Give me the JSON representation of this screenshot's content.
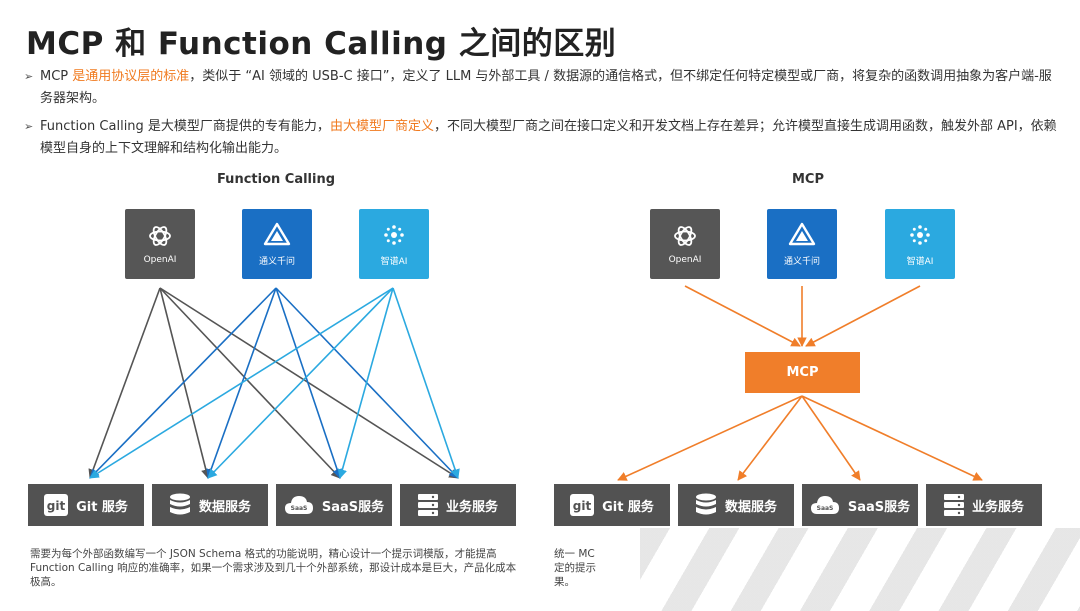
{
  "title": "MCP 和 Function Calling 之间的区别",
  "bullets": {
    "b1": {
      "prefix": "MCP ",
      "highlight": "是通用协议层的标准",
      "rest": "，类似于 “AI 领域的 USB-C 接口”，定义了 LLM 与外部工具 / 数据源的通信格式，但不绑定任何特定模型或厂商，将复杂的函数调用抽象为客户端-服务器架构。"
    },
    "b2": {
      "prefix": "Function Calling 是大模型厂商提供的专有能力，",
      "highlight": "由大模型厂商定义",
      "rest": "，不同大模型厂商之间在接口定义和开发文档上存在差异；允许模型直接生成调用函数，触发外部 API，依赖模型自身的上下文理解和结构化输出能力。"
    }
  },
  "left_diagram": {
    "label": "Function Calling",
    "providers": [
      "OpenAI",
      "通义千问",
      "智谱AI"
    ],
    "services": [
      "Git 服务",
      "数据服务",
      "SaaS服务",
      "业务服务"
    ],
    "caption": "需要为每个外部函数编写一个 JSON Schema 格式的功能说明，精心设计一个提示词模版，才能提高 Function Calling 响应的准确率，如果一个需求涉及到几十个外部系统，那设计成本是巨大，产品化成本极高。"
  },
  "right_diagram": {
    "label": "MCP",
    "hub": "MCP",
    "providers": [
      "OpenAI",
      "通义千问",
      "智谱AI"
    ],
    "services": [
      "Git 服务",
      "数据服务",
      "SaaS服务",
      "业务服务"
    ],
    "caption_line1": "统一 MC",
    "caption_line2": "定的提示",
    "caption_line3": "果。"
  },
  "icons": {
    "openai": "openai-logo-icon",
    "tongyi": "tongyi-logo-icon",
    "zhipu": "zhipu-logo-icon",
    "git": "git-logo-icon",
    "database": "database-icon",
    "saas": "cloud-saas-icon",
    "server": "server-icon"
  },
  "colors": {
    "accent_orange": "#f07e2a",
    "openai_gray": "#565656",
    "tongyi_blue": "#1a6fc4",
    "zhipu_cyan": "#2ba9e0",
    "service_gray": "#525252",
    "line_gray": "#555555"
  }
}
